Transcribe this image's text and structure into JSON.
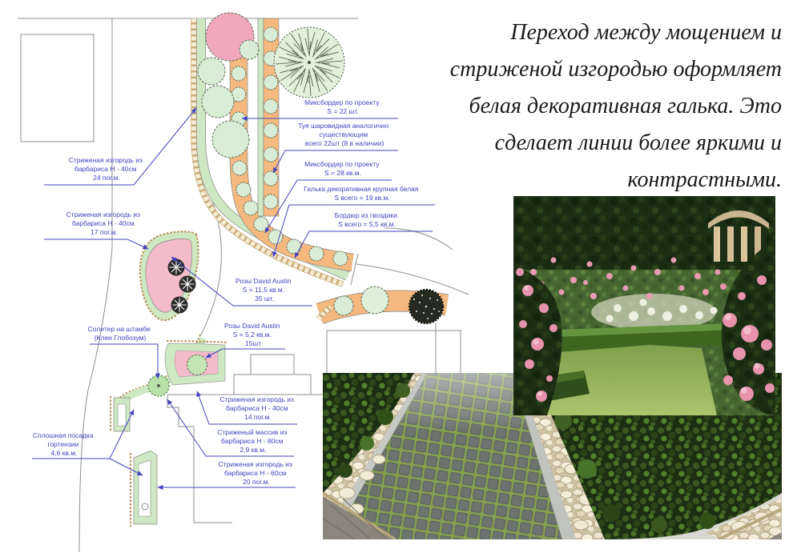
{
  "heading": {
    "lines": [
      "Переход между мощением и",
      "стриженой изгородью оформляет",
      "белая декоративная галька. Это",
      "сделает линии более яркими и",
      "контрастными."
    ]
  },
  "plan": {
    "annotations": [
      {
        "id": "mixborder-22",
        "lines": [
          "Миксбордер по проекту",
          "S = 22 шт."
        ]
      },
      {
        "id": "tuya",
        "lines": [
          "Туя шаровидная аналогично",
          "существующим",
          "всего 22шт (8 в наличии)"
        ]
      },
      {
        "id": "mixborder-28",
        "lines": [
          "Миксбордер по проекту",
          "S = 28 кв.м."
        ]
      },
      {
        "id": "galka",
        "lines": [
          "Галька декоративная крупная белая",
          "S всего = 19 кв.м."
        ]
      },
      {
        "id": "bordur",
        "lines": [
          "Бордюр из гвоздики",
          "S всего = 5,5 кв.м."
        ]
      },
      {
        "id": "hedge-24",
        "lines": [
          "Стриженая изгородь из",
          "барбариса Н - 40см",
          "24 пог.м."
        ]
      },
      {
        "id": "hedge-17",
        "lines": [
          "Стриженая изгородь из",
          "барбариса Н - 40см",
          "17 пог.м."
        ]
      },
      {
        "id": "roses-35",
        "lines": [
          "Розы David Austin",
          "S = 11,5 кв.м.",
          "35 шт."
        ]
      },
      {
        "id": "roses-15",
        "lines": [
          "Розы David Austin",
          "S = 5,2 кв.м.",
          "15шт"
        ]
      },
      {
        "id": "soliter",
        "lines": [
          "Солитер на штамбе",
          "(Клен Глобозум)"
        ]
      },
      {
        "id": "gortenzia",
        "lines": [
          "Сплошная посадка",
          "гортензии",
          "4,6 кв.м."
        ]
      },
      {
        "id": "hedge-14",
        "lines": [
          "Стриженая изгородь из",
          "барбариса Н - 40см",
          "14 пог.м."
        ]
      },
      {
        "id": "massiv",
        "lines": [
          "Стриженый массив из",
          "барбариса Н - 80см",
          "2,9 кв.м."
        ]
      },
      {
        "id": "hedge-20",
        "lines": [
          "Стриженая изгородь из",
          "барбариса Н - 60см",
          "20 пог.м."
        ]
      }
    ],
    "colors": {
      "bed_orange": "#f5b87e",
      "hedge_green": "#cde8c2",
      "rose_pink": "#f4bbca",
      "tree_green": "#d9edd6",
      "pebble_cream": "#f4ecd3",
      "annotation_blue": "#4343c2",
      "outline_grey": "#8f8f8f"
    }
  }
}
